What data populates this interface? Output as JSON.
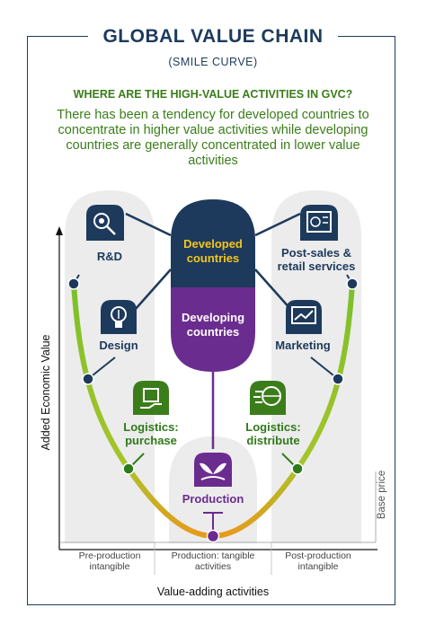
{
  "title": "GLOBAL VALUE CHAIN",
  "subtitle": "(SMILE CURVE)",
  "question": "WHERE ARE THE HIGH-VALUE ACTIVITIES IN GVC?",
  "description": "There has been a tendency for developed countries to concentrate in higher value activities while developing countries are generally concentrated in lower value activities",
  "developed_label": "Developed countries",
  "developing_label": "Developing countries",
  "activities": {
    "rd": "R&D",
    "design": "Design",
    "logistics_purchase": "Logistics: purchase",
    "production": "Production",
    "logistics_distribute": "Logistics: distribute",
    "marketing": "Marketing",
    "post_sales": "Post-sales & retail services"
  },
  "y_axis_label": "Added Economic Value",
  "x_axis_label": "Value-adding activities",
  "base_price_label": "Base price",
  "segments": {
    "pre": "Pre-production intangible",
    "production": "Production: tangible activities",
    "post": "Post-production intangible"
  },
  "colors": {
    "navy": "#1d3a5c",
    "green": "#3b7d1a",
    "purple": "#6b2c8f",
    "curve_green": "#7bbf2a",
    "curve_orange": "#e89a1c"
  },
  "icons": [
    "rd-icon",
    "design-icon",
    "logistics-purchase-icon",
    "production-icon",
    "logistics-distribute-icon",
    "marketing-icon",
    "post-sales-icon"
  ]
}
